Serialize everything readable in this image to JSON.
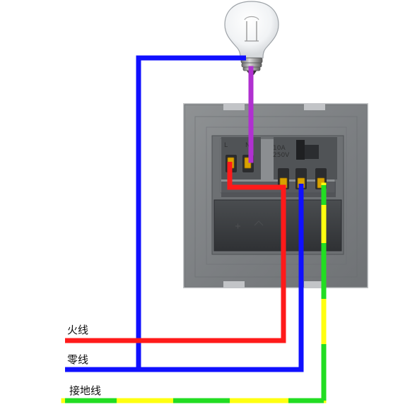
{
  "labels": {
    "live": "火线",
    "neutral": "零线",
    "ground": "接地线"
  },
  "panel_marks": {
    "terminal_l": "L",
    "terminal_n": "N",
    "rating_line_1": "10A",
    "rating_line_2": "250V"
  },
  "colors": {
    "live": "#ff1a1a",
    "neutral": "#1010ff",
    "lamp_lead": "#b030d0",
    "ground_yellow": "#ffff10",
    "ground_green": "#22dd22",
    "panel": "#7f8284",
    "panel_dark": "#585b5e",
    "terminal": "#d8a200"
  },
  "icons": {
    "bulb": "light-bulb-icon",
    "switch": "switch-panel-icon"
  }
}
